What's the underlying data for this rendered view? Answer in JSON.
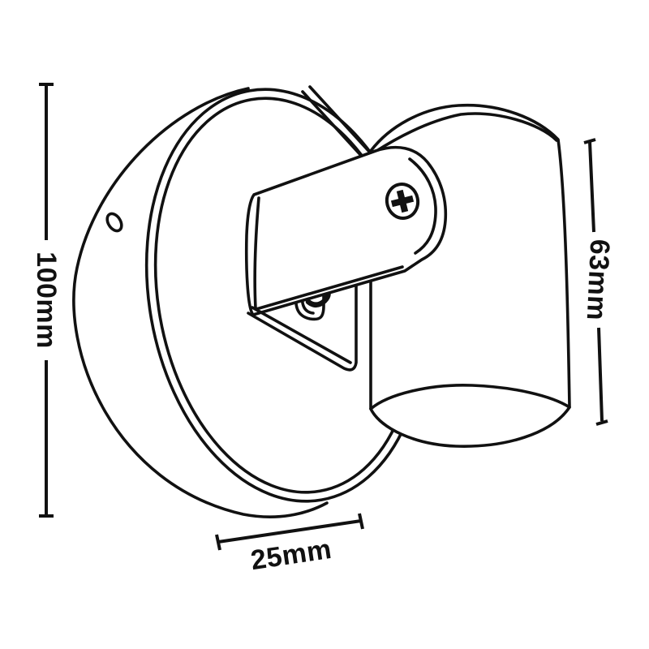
{
  "diagram": {
    "kind": "technical dimension drawing",
    "subject": "wall-mounted single spotlight fixture",
    "colors": {
      "line": "#111111",
      "background": "#ffffff"
    },
    "dimensions": {
      "plate_height": {
        "label": "100mm",
        "measures": "wall plate diameter (left, vertical)"
      },
      "head_height": {
        "label": "63mm",
        "measures": "lamp head height (right, vertical)"
      },
      "plate_depth": {
        "label": "25mm",
        "measures": "wall plate depth (bottom, slanted)"
      }
    }
  }
}
